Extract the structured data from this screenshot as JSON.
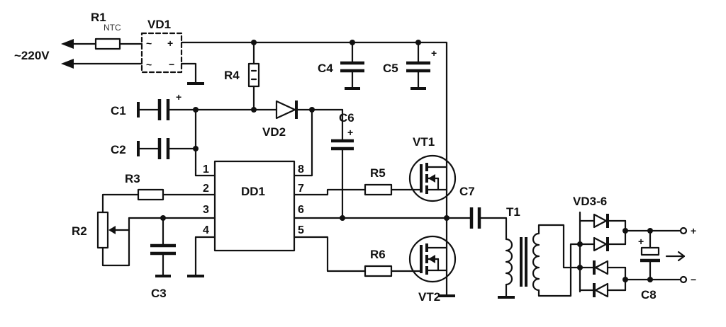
{
  "labels": {
    "r1": "R1",
    "ntc": "NTC",
    "vd1": "VD1",
    "mains": "~220V",
    "r4": "R4",
    "c4": "C4",
    "c5": "C5",
    "c1": "C1",
    "c2": "C2",
    "vd2": "VD2",
    "c6": "C6",
    "vt1": "VT1",
    "r3": "R3",
    "r2": "R2",
    "c3": "C3",
    "dd1": "DD1",
    "r5": "R5",
    "r6": "R6",
    "vt2": "VT2",
    "c7": "C7",
    "t1": "T1",
    "vd3_6": "VD3-6",
    "c8": "C8"
  },
  "pins": {
    "p1": "1",
    "p2": "2",
    "p3": "3",
    "p4": "4",
    "p5": "5",
    "p6": "6",
    "p7": "7",
    "p8": "8"
  },
  "polarity": {
    "plus": "+",
    "minus": "−",
    "tilde": "~"
  }
}
